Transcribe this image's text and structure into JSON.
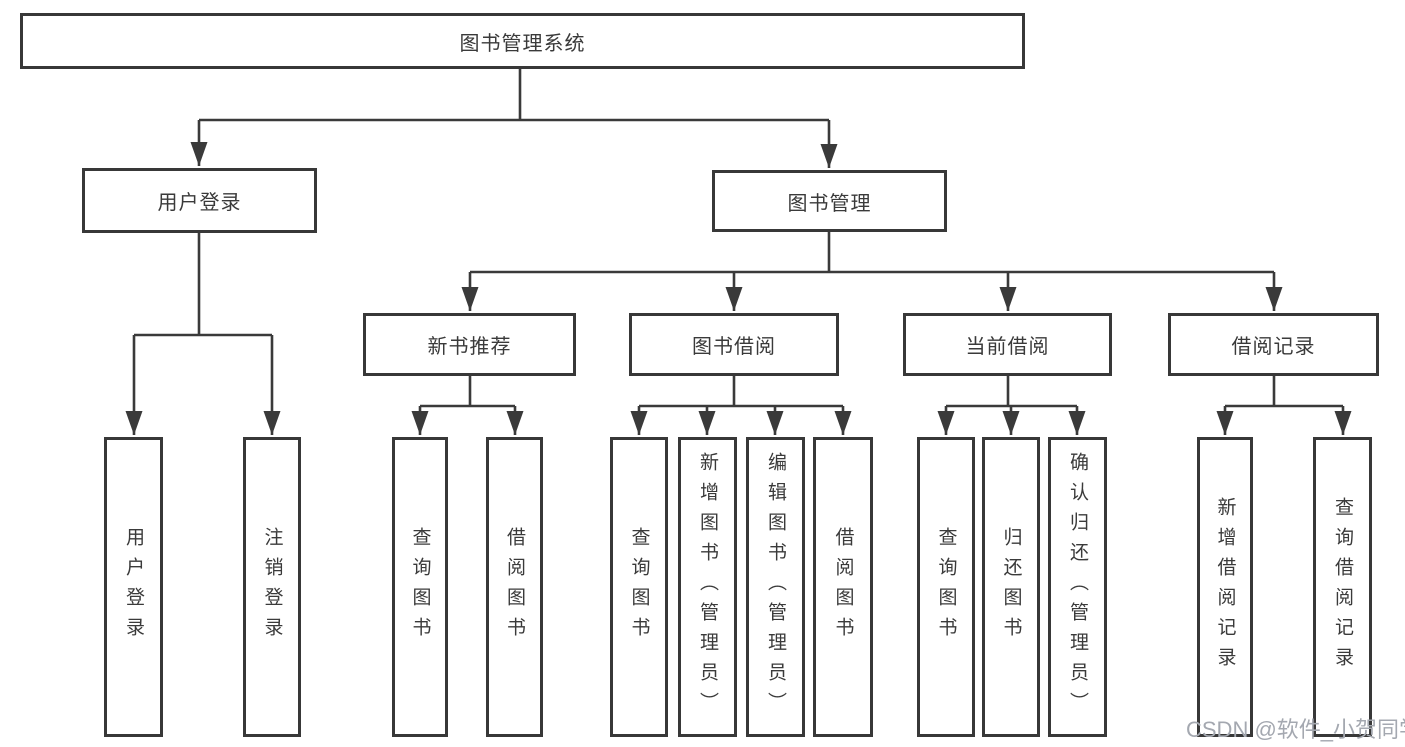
{
  "tree": {
    "label": "图书管理系统",
    "children": [
      {
        "label": "用户登录",
        "children": [
          {
            "label": "用户登录"
          },
          {
            "label": "注销登录"
          }
        ]
      },
      {
        "label": "图书管理",
        "children": [
          {
            "label": "新书推荐",
            "children": [
              {
                "label": "查询图书"
              },
              {
                "label": "借阅图书"
              }
            ]
          },
          {
            "label": "图书借阅",
            "children": [
              {
                "label": "查询图书"
              },
              {
                "label": "新增图书（管理员）"
              },
              {
                "label": "编辑图书（管理员）"
              },
              {
                "label": "借阅图书"
              }
            ]
          },
          {
            "label": "当前借阅",
            "children": [
              {
                "label": "查询图书"
              },
              {
                "label": "归还图书"
              },
              {
                "label": "确认归还（管理员）"
              }
            ]
          },
          {
            "label": "借阅记录",
            "children": [
              {
                "label": "新增借阅记录"
              },
              {
                "label": "查询借阅记录"
              }
            ]
          }
        ]
      }
    ]
  },
  "watermark": {
    "text": "CSDN @软件_小贺同学"
  },
  "colors": {
    "line": "#3a3a3a",
    "box_border": "#383838",
    "text": "#3a3a3a",
    "watermark": "#a4a8b0"
  }
}
